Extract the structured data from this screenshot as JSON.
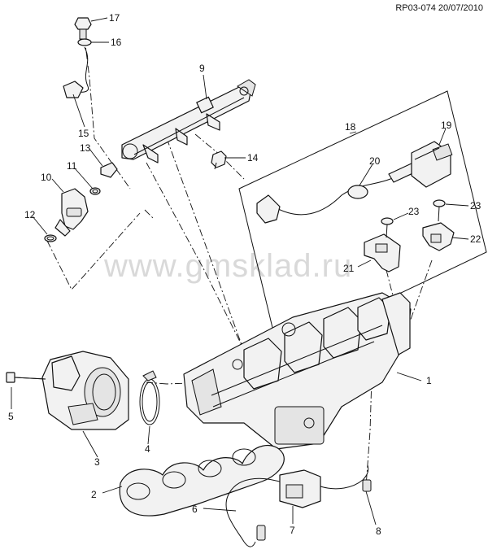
{
  "diagram": {
    "reference": "RP03-074 20/07/2010",
    "watermark": "www.gmsklad.ru",
    "callouts": [
      {
        "id": "c1",
        "label": "1"
      },
      {
        "id": "c2",
        "label": "2"
      },
      {
        "id": "c3",
        "label": "3"
      },
      {
        "id": "c4",
        "label": "4"
      },
      {
        "id": "c5",
        "label": "5"
      },
      {
        "id": "c6",
        "label": "6"
      },
      {
        "id": "c7",
        "label": "7"
      },
      {
        "id": "c8",
        "label": "8"
      },
      {
        "id": "c9",
        "label": "9"
      },
      {
        "id": "c10",
        "label": "10"
      },
      {
        "id": "c11",
        "label": "11"
      },
      {
        "id": "c12",
        "label": "12"
      },
      {
        "id": "c13",
        "label": "13"
      },
      {
        "id": "c14",
        "label": "14"
      },
      {
        "id": "c15",
        "label": "15"
      },
      {
        "id": "c16",
        "label": "16"
      },
      {
        "id": "c17",
        "label": "17"
      },
      {
        "id": "c18",
        "label": "18"
      },
      {
        "id": "c19",
        "label": "19"
      },
      {
        "id": "c20",
        "label": "20"
      },
      {
        "id": "c21",
        "label": "21"
      },
      {
        "id": "c22",
        "label": "22"
      },
      {
        "id": "c23a",
        "label": "23"
      },
      {
        "id": "c23b",
        "label": "23"
      }
    ]
  }
}
